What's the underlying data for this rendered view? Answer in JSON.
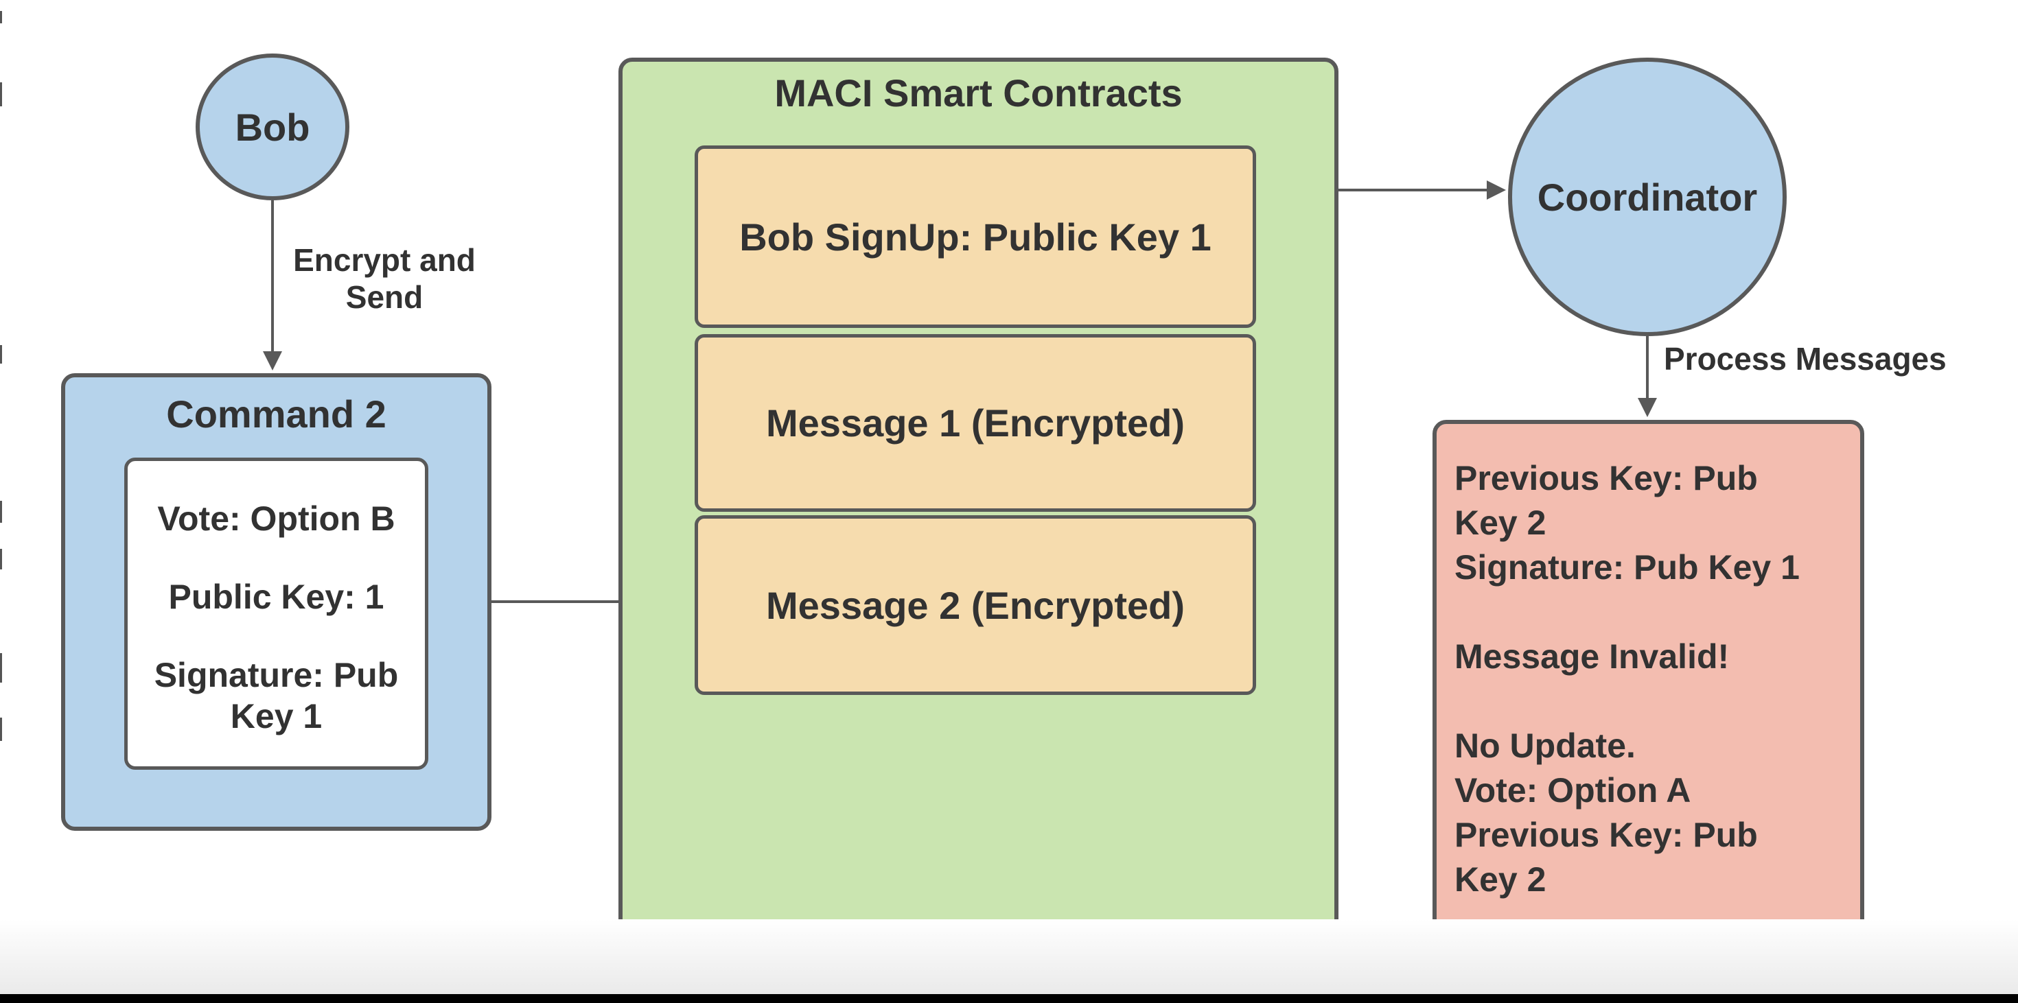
{
  "colors": {
    "node_blue": "#b6d3eb",
    "container_green": "#cae5b0",
    "item_orange": "#f6dcae",
    "result_salmon": "#f3bdb0",
    "card_white": "#ffffff",
    "stroke_gray": "#595959",
    "text_dark": "#323232",
    "bottom_bar_black": "#000000"
  },
  "diagram": {
    "bob": {
      "label": "Bob"
    },
    "encrypt_label": "Encrypt and Send",
    "command2": {
      "title": "Command 2",
      "entries": [
        "Vote: Option B",
        "Public Key: 1",
        "Signature: Pub Key 1"
      ]
    },
    "maci": {
      "title": "MACI Smart Contracts",
      "items": [
        "Bob SignUp: Public Key 1",
        "Message 1 (Encrypted)",
        "Message 2 (Encrypted)"
      ]
    },
    "coordinator": {
      "label": "Coordinator"
    },
    "process_label": "Process Messages",
    "result": {
      "lines": [
        "Previous Key: Pub",
        "Key 2",
        "Signature: Pub Key 1",
        "",
        "Message Invalid!",
        "",
        "No Update.",
        "Vote: Option A",
        "Previous Key: Pub",
        "Key 2"
      ]
    }
  }
}
